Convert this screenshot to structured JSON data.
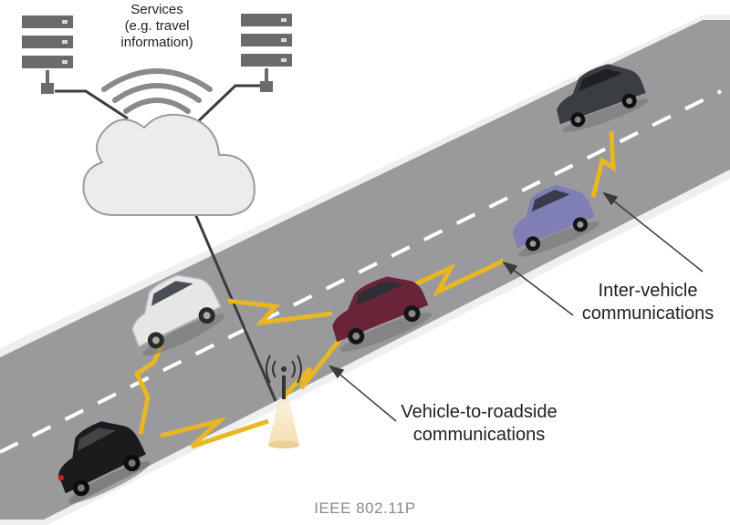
{
  "diagram": {
    "services_label": [
      "Services",
      "(e.g. travel",
      "information)"
    ],
    "inter_vehicle_label": [
      "Inter-vehicle",
      "communications"
    ],
    "v2r_label": [
      "Vehicle-to-roadside",
      "communications"
    ],
    "footer": "IEEE 802.11P",
    "icons": [
      "server-icon",
      "server-icon",
      "cloud-icon",
      "wifi-icon",
      "antenna-icon",
      "car-icon"
    ],
    "colors": {
      "road": "#9a9a9c",
      "road_edge": "#efefef",
      "lane_dash": "#ffffff",
      "signal": "#e9b723",
      "cloud": "#ececec",
      "server": "#6b6b6b",
      "car_black": "#1b1b1d",
      "car_white": "#e6e6e4",
      "car_maroon": "#6a2438",
      "car_purple": "#7f7fb6",
      "car_grey": "#3a3d42"
    }
  }
}
